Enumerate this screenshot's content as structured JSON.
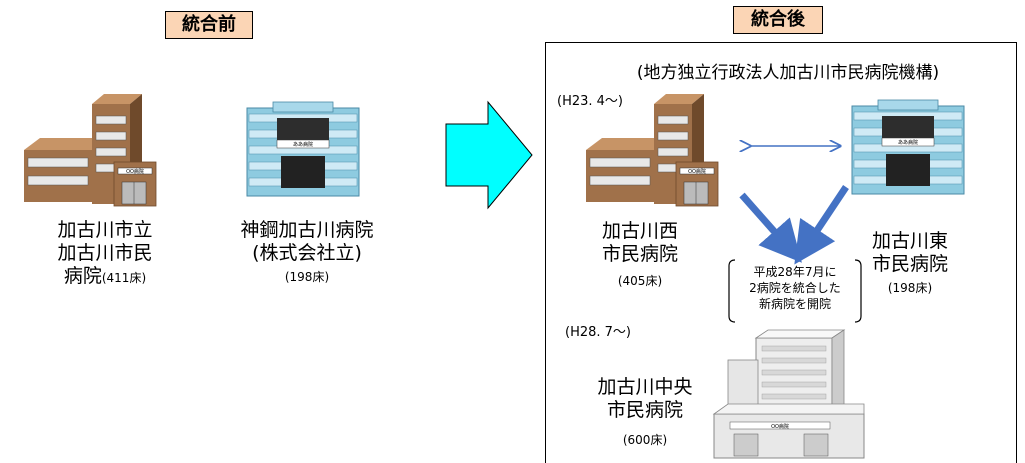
{
  "before": {
    "tag": "統合前",
    "hospital1": {
      "lines": [
        "加古川市立",
        "加古川市民"
      ],
      "last_line": "病院",
      "beds": "(411床)",
      "sign": "OO病院"
    },
    "hospital2": {
      "lines": [
        "神鋼加古川病院",
        "(株式会社立)"
      ],
      "beds": "(198床)",
      "sign": "ああ病院"
    }
  },
  "after": {
    "tag": "統合後",
    "org": "(地方独立行政法人加古川市民病院機構)",
    "period1": "(H23. 4～)",
    "west": {
      "lines": [
        "加古川西",
        "市民病院"
      ],
      "beds": "(405床)",
      "sign": "OO病院"
    },
    "east": {
      "lines": [
        "加古川東",
        "市民病院"
      ],
      "beds": "(198床)",
      "sign": "ああ病院"
    },
    "note": [
      "平成28年7月に",
      "2病院を統合した",
      "新病院を開院"
    ],
    "period2": "(H28. 7～)",
    "central": {
      "lines": [
        "加古川中央",
        "市民病院"
      ],
      "beds": "(600床)",
      "sign": "OO病院"
    }
  },
  "colors": {
    "tag_bg": "#fbd5b5",
    "arrow_fill": "#00ffff",
    "arrow_blue": "#4472c4",
    "brick": "#a0714a",
    "glass": "#8ecbe0"
  }
}
